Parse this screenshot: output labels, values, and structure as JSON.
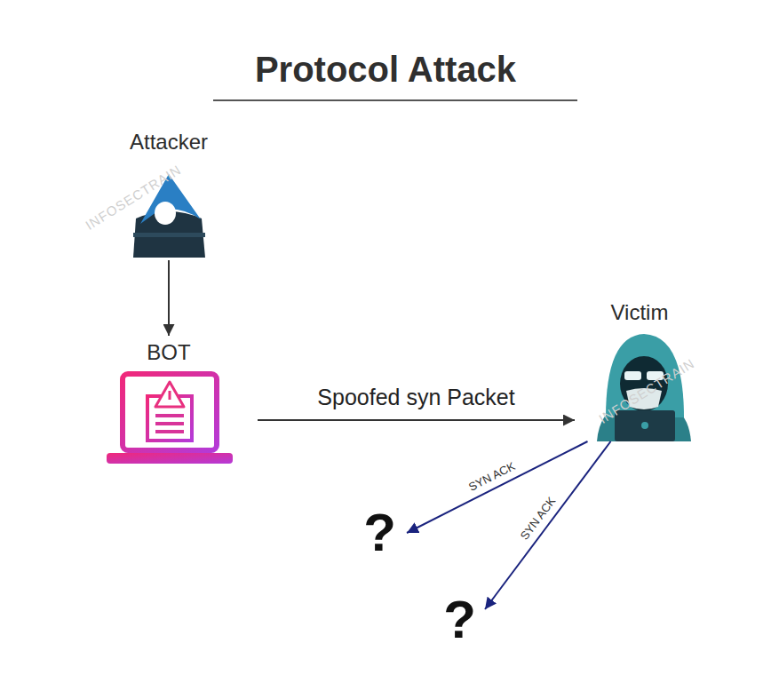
{
  "diagram": {
    "title": "Protocol Attack",
    "nodes": [
      {
        "text": [
          "Attacker"
        ]
      },
      {
        "text": [
          "BOT"
        ]
      },
      {
        "text": [
          "Victim"
        ]
      },
      {
        "text": [
          "?"
        ]
      },
      {
        "text": [
          "?"
        ]
      }
    ],
    "edges": [
      {
        "from": 0,
        "to": 1,
        "arrow": "to"
      },
      {
        "from": 1,
        "to": 2,
        "label": "Spoofed syn Packet",
        "arrow": "to"
      },
      {
        "from": 2,
        "to": 3,
        "label": "SYN ACK",
        "arrow": "to"
      },
      {
        "from": 2,
        "to": 4,
        "label": "SYN ACK",
        "arrow": "to"
      }
    ],
    "labels": [
      "INFOSECTRAIN",
      "INFOSECTRAIN"
    ]
  }
}
